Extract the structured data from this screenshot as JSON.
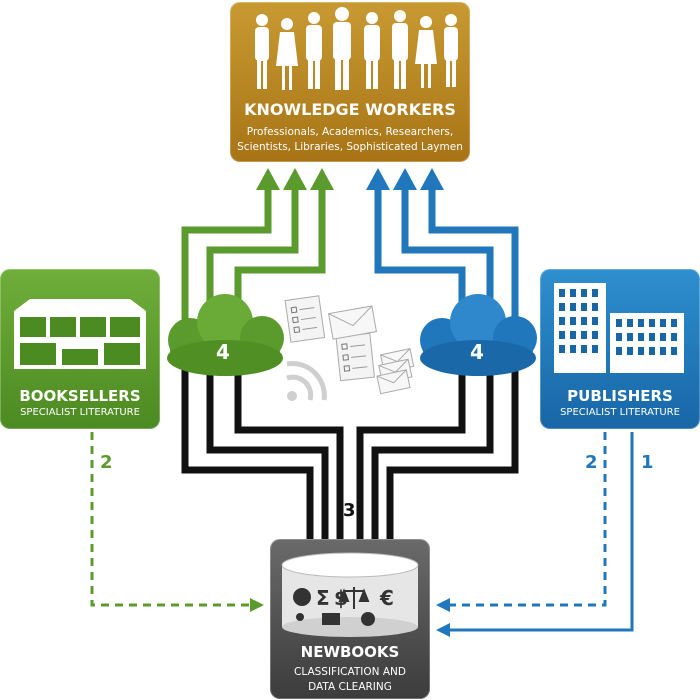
{
  "nodes": {
    "knowledge_workers": {
      "title": "KNOWLEDGE WORKERS",
      "subtitle_line1": "Professionals, Academics, Researchers,",
      "subtitle_line2": "Scientists, Libraries, Sophisticated Laymen"
    },
    "booksellers": {
      "title": "BOOKSELLERS",
      "subtitle": "SPECIALIST LITERATURE"
    },
    "publishers": {
      "title": "PUBLISHERS",
      "subtitle": "SPECIALIST LITERATURE"
    },
    "newbooks": {
      "title": "NEWBOOKS",
      "subtitle_line1": "CLASSIFICATION AND",
      "subtitle_line2": "DATA CLEARING"
    }
  },
  "labels": {
    "cloud_left": "4",
    "cloud_right": "4",
    "center_flow": "3",
    "booksellers_flow": "2",
    "publishers_dashed_flow": "2",
    "publishers_solid_flow": "1"
  },
  "colors": {
    "knowledge_workers": "#b8861f",
    "booksellers": "#5b9a2c",
    "publishers": "#2077bb",
    "newbooks": "#4a4a4a",
    "black_lines": "#111111"
  },
  "symbols": {
    "euro": "€",
    "sigma": "Σ",
    "dollar": "$"
  }
}
